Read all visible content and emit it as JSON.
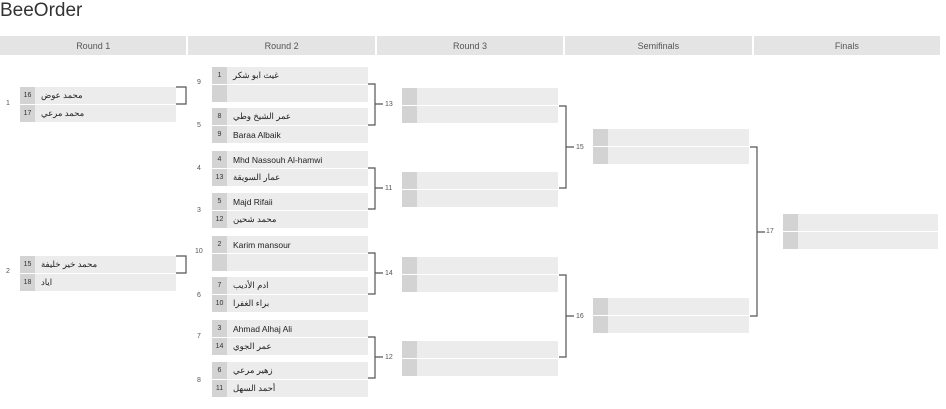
{
  "app": {
    "title": "BeeOrder"
  },
  "rounds": [
    "Round 1",
    "Round 2",
    "Round 3",
    "Semifinals",
    "Finals"
  ],
  "matches": {
    "m1": {
      "num": "1",
      "slots": [
        {
          "seed": "16",
          "name": "محمد عوض"
        },
        {
          "seed": "17",
          "name": "محمد مرعي"
        }
      ]
    },
    "m2": {
      "num": "2",
      "slots": [
        {
          "seed": "15",
          "name": "محمد خير خليفة"
        },
        {
          "seed": "18",
          "name": "اياد"
        }
      ]
    },
    "m9": {
      "num": "9",
      "slots": [
        {
          "seed": "1",
          "name": "غيث ابو شكر"
        },
        {
          "seed": "",
          "name": ""
        }
      ]
    },
    "m5": {
      "num": "5",
      "slots": [
        {
          "seed": "8",
          "name": "عمر الشيخ وطي"
        },
        {
          "seed": "9",
          "name": "Baraa Albaik"
        }
      ]
    },
    "m4": {
      "num": "4",
      "slots": [
        {
          "seed": "4",
          "name": "Mhd Nassouh Al-hamwi"
        },
        {
          "seed": "13",
          "name": "عمار السويقة"
        }
      ]
    },
    "m3": {
      "num": "3",
      "slots": [
        {
          "seed": "5",
          "name": "Majd Rifaii"
        },
        {
          "seed": "12",
          "name": "محمد شحين"
        }
      ]
    },
    "m10": {
      "num": "10",
      "slots": [
        {
          "seed": "2",
          "name": "Karim mansour"
        },
        {
          "seed": "",
          "name": ""
        }
      ]
    },
    "m6": {
      "num": "6",
      "slots": [
        {
          "seed": "7",
          "name": "ادم الأديب"
        },
        {
          "seed": "10",
          "name": "براء الغفرا"
        }
      ]
    },
    "m7": {
      "num": "7",
      "slots": [
        {
          "seed": "3",
          "name": "Ahmad Alhaj Ali"
        },
        {
          "seed": "14",
          "name": "عمر الجوي"
        }
      ]
    },
    "m8": {
      "num": "8",
      "slots": [
        {
          "seed": "6",
          "name": "زهير مرعي"
        },
        {
          "seed": "11",
          "name": "أحمد السهل"
        }
      ]
    },
    "m13": {
      "num": "13",
      "slots": [
        {
          "seed": "",
          "name": ""
        },
        {
          "seed": "",
          "name": ""
        }
      ]
    },
    "m11": {
      "num": "11",
      "slots": [
        {
          "seed": "",
          "name": ""
        },
        {
          "seed": "",
          "name": ""
        }
      ]
    },
    "m14": {
      "num": "14",
      "slots": [
        {
          "seed": "",
          "name": ""
        },
        {
          "seed": "",
          "name": ""
        }
      ]
    },
    "m12": {
      "num": "12",
      "slots": [
        {
          "seed": "",
          "name": ""
        },
        {
          "seed": "",
          "name": ""
        }
      ]
    },
    "m15": {
      "num": "15",
      "slots": [
        {
          "seed": "",
          "name": ""
        },
        {
          "seed": "",
          "name": ""
        }
      ]
    },
    "m16": {
      "num": "16",
      "slots": [
        {
          "seed": "",
          "name": ""
        },
        {
          "seed": "",
          "name": ""
        }
      ]
    },
    "m17": {
      "num": "17",
      "slots": [
        {
          "seed": "",
          "name": ""
        },
        {
          "seed": "",
          "name": ""
        }
      ]
    }
  }
}
